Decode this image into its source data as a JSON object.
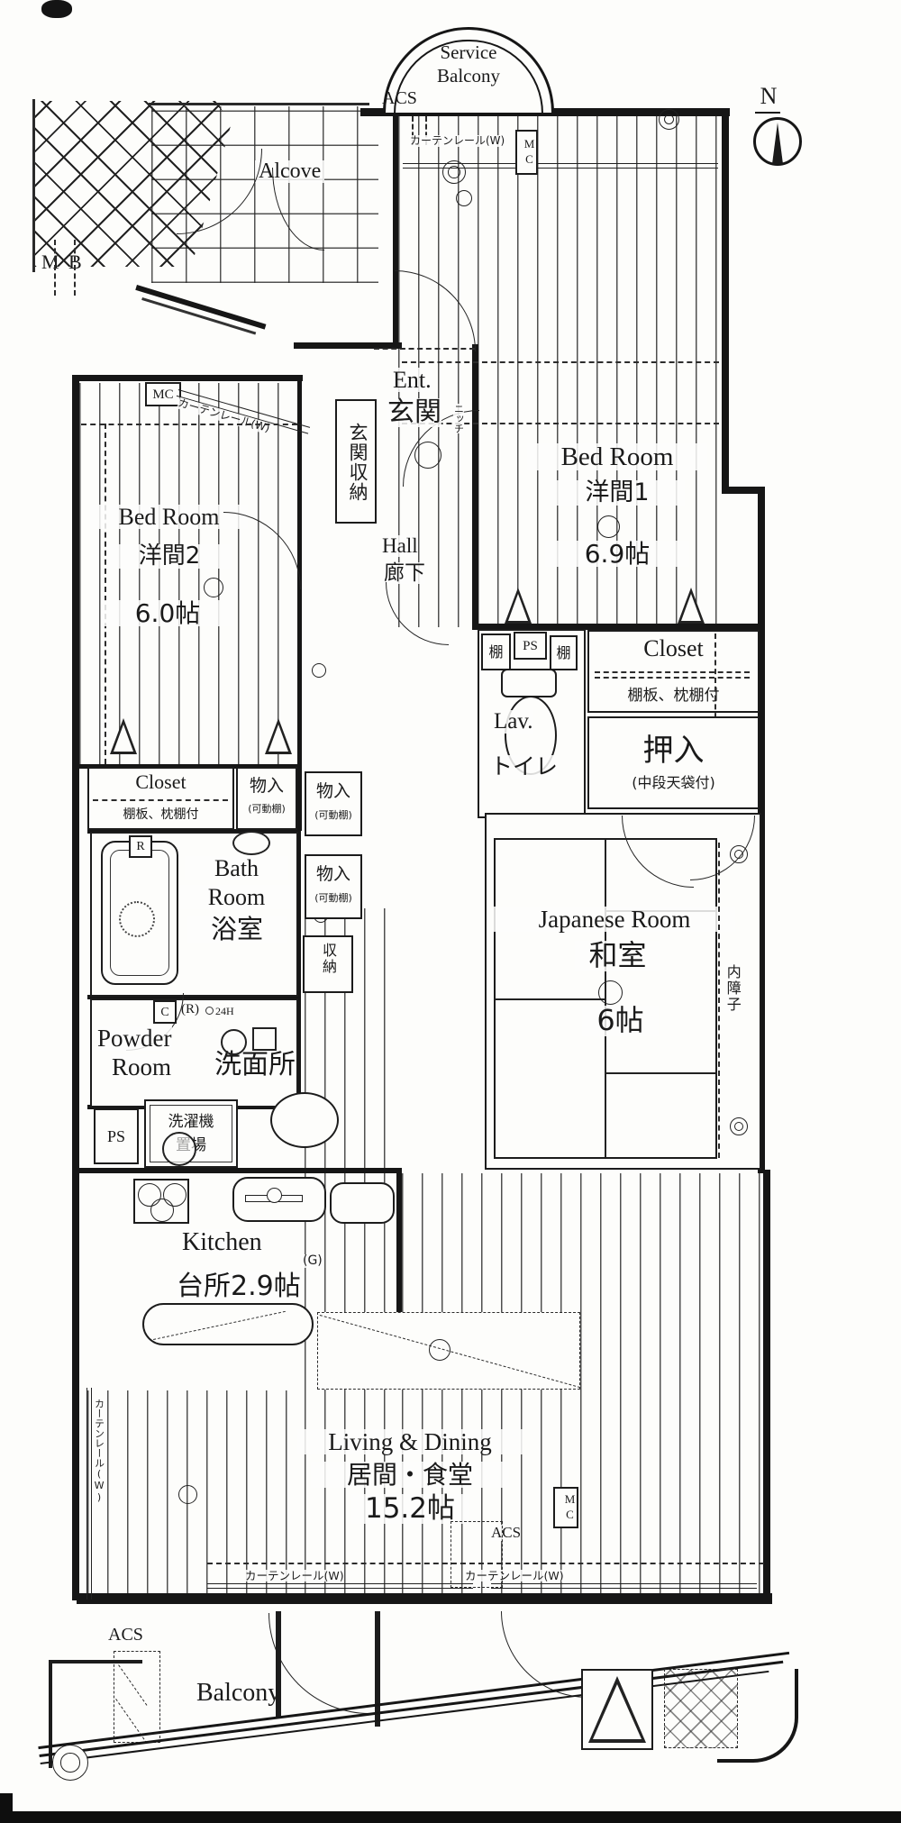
{
  "compass": {
    "label": "N"
  },
  "outdoor": {
    "service_balcony": {
      "line1": "Service",
      "line2": "Balcony"
    },
    "acs_top": "ACS",
    "alcove": "Alcove",
    "meter_box": {
      "m": "M",
      "b": "B"
    },
    "balcony": "Balcony",
    "acs_bottom_left": "ACS",
    "acs_bottom_right": "ACS"
  },
  "entrance": {
    "en": "Ent.",
    "jp": "玄関",
    "niche": "ニッチ",
    "storage": "玄関収納"
  },
  "hall": {
    "en": "Hall",
    "jp": "廊下"
  },
  "bedroom1": {
    "en": "Bed Room",
    "jp": "洋間1",
    "size": "6.9帖"
  },
  "bedroom2": {
    "en": "Bed Room",
    "jp": "洋間2",
    "size": "6.0帖"
  },
  "japanese_room": {
    "en": "Japanese Room",
    "jp": "和室",
    "size": "6帖",
    "shoji": "内障子"
  },
  "living": {
    "en": "Living & Dining",
    "jp": "居間・食堂",
    "size": "15.2帖"
  },
  "kitchen": {
    "en": "Kitchen",
    "jp": "台所2.9帖",
    "gas": "(G)"
  },
  "bath": {
    "en1": "Bath",
    "en2": "Room",
    "jp": "浴室",
    "r": "R"
  },
  "powder": {
    "en1": "Powder",
    "en2": "Room",
    "jp": "洗面所",
    "c": "C",
    "r": "(R)",
    "h24": "24H"
  },
  "laundry": {
    "line1": "洗濯機",
    "line2": "置場"
  },
  "lavatory": {
    "en": "Lav.",
    "jp": "トイレ",
    "shelf": "棚",
    "ps": "PS"
  },
  "closet": {
    "en": "Closet",
    "note": "棚板、枕棚付"
  },
  "oshiire": {
    "jp": "押入",
    "note": "(中段天袋付)"
  },
  "storage": {
    "monoire": "物入",
    "monoire_note": "(可動棚)",
    "shuno": "収納"
  },
  "labels": {
    "mc": "MC",
    "ps": "PS",
    "curtain_rail": "カーテンレール(W)"
  }
}
